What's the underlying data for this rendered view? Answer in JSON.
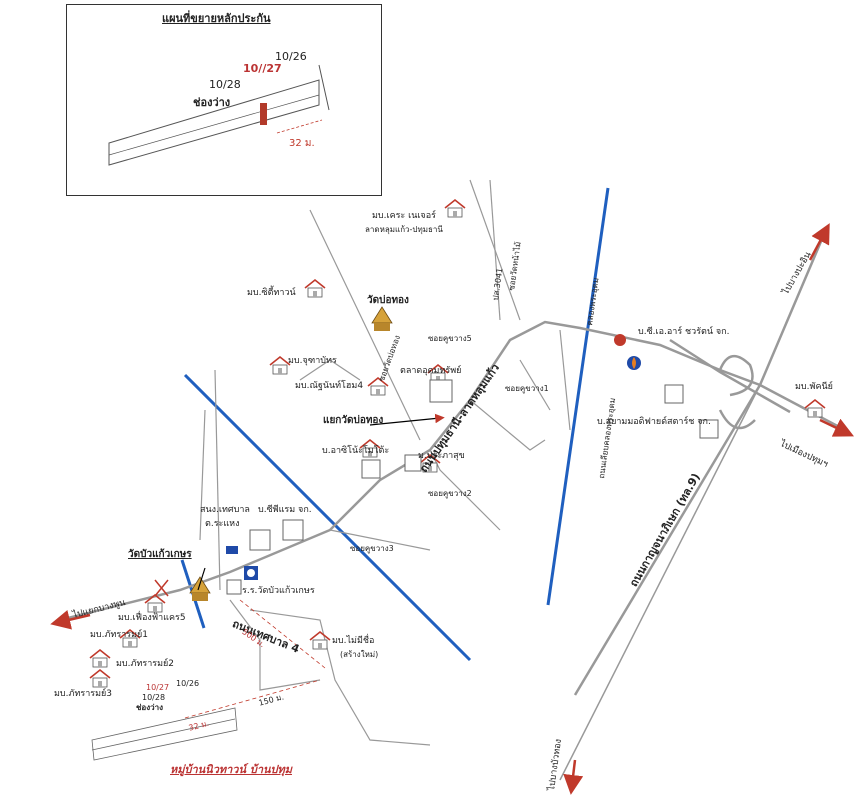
{
  "inset": {
    "title": "แผนที่ขยายหลักประกัน",
    "plot_a": "10//27",
    "plot_b": "10/26",
    "plot_c": "10/28",
    "gap_label": "ช่องว่าง",
    "distance": "32 ม."
  },
  "roads": {
    "main_road": "ถนนปทุมธานี-ลาดหลุมแก้ว",
    "municipal_road": "ถนนเทศบาล 4",
    "ring_road": "ถนนกาญจนาภิเษก (ทล.9)",
    "canal_road": "ถนนเลียบคลองพระอุดม",
    "canal": "คลองพระอุดม"
  },
  "sois": {
    "soi5": "ซอยคูขวาง5",
    "soi1": "ซอยคูขวาง1",
    "soi2": "ซอยคูขวาง2",
    "soi3": "ซอยคูขวาง3",
    "soi_wat": "ซอยวัดบ่อทอง",
    "soi_na": "ซอยวัดหน้าไม้",
    "soi_num": "ปส.3041"
  },
  "directions": {
    "to_bang_pa_in": "ไปบางปะอิน",
    "to_mueang_pathum": "ไปเมืองปทุมฯ",
    "to_bang_bua_thong": "ไปบางบัวทอง",
    "to_yaek_bang_phun": "ไปแยกบางพูน"
  },
  "places": {
    "wat_bo_thong": "วัดบ่อทอง",
    "wat_bua_kaew": "วัดบัวแก้วเกษร",
    "mb_creative": "มบ.เคระ เนเจอร์",
    "mb_creative_sub": "ลาดหลุมแก้ว-ปทุมธานี",
    "mb_city_town": "มบ.ซิตี้ทาวน์",
    "mb_chuchawan": "มบ.จุฑาบัทร",
    "mb_nanthiya": "มบ.ณัฐนันท์โฮม4",
    "talad": "ตลาดอุดมทรัพย์",
    "yaek_wat": "แยกวัดบ่อทอง",
    "b_asahi": "บ.อาซิโน้ะโมโต้ะ",
    "m_prakarn": "ม.ประภาสุข",
    "sbt_tesaban": "สนง.เทศบาล",
    "t_rahaeng": "ต.ระแหง",
    "b_cpram": "บ.ซีพีแรม จก.",
    "school": "ร.ร.วัดบัวแก้วเกษร",
    "mb_phuengfa": "มบ.เฟื่องฟ้าแคร5",
    "mb_phitharam_1": "มบ.ภัทรารมย์1",
    "mb_phitharam_2": "มบ.ภัทรารมย์2",
    "mb_phitharam_3": "มบ.ภัทรารมย์3",
    "mb_mai_mi_chue": "มบ.ไม่มีชื่อ",
    "new_build": "(สร้างใหม่)",
    "mb_phakpiya": "มบ.พัคนีย์",
    "b_sgr": "บ.ซี.เอ.อาร์ ชวรัตน์ จก.",
    "b_siam": "บ.สยามมอดิฟายด์สตาร์ช จก."
  },
  "bottom": {
    "plot_a": "10/27",
    "plot_b": "10/26",
    "plot_c": "10/28",
    "gap_label": "ช่องว่าง",
    "dist_500": "500 ม.",
    "dist_150": "150 ม.",
    "dist_32": "32 ม.",
    "caption": "หมู่บ้านนิวทาวน์ บ้านปทุม"
  },
  "colors": {
    "road": "#999999",
    "canal": "#1f5fbf",
    "arrow": "#c0392b",
    "house": "#c0392b"
  },
  "icons": [
    "house-icon",
    "temple-icon",
    "compass-arrow-icon",
    "gas-station-icon",
    "school-icon"
  ]
}
